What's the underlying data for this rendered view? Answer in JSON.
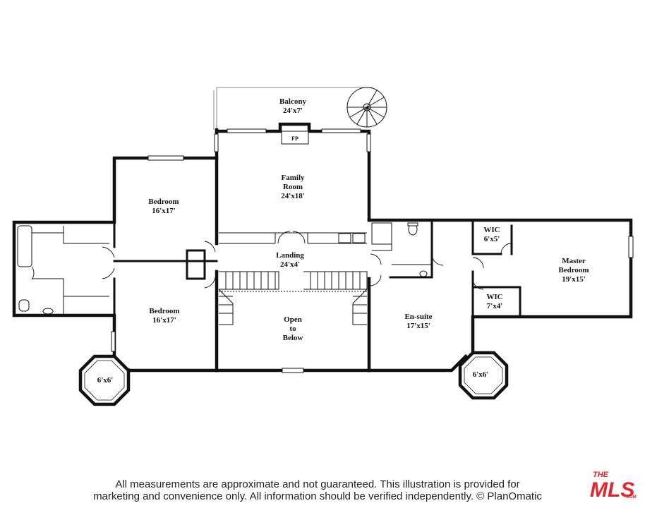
{
  "rooms": {
    "balcony": {
      "name": "Balcony",
      "size": "24'x7'"
    },
    "fireplace": {
      "name": "FP"
    },
    "family_room": {
      "name1": "Family",
      "name2": "Room",
      "size": "24'x18'"
    },
    "bedroom_upper": {
      "name": "Bedroom",
      "size": "16'x17'"
    },
    "bedroom_lower": {
      "name": "Bedroom",
      "size": "16'x17'"
    },
    "landing": {
      "name": "Landing",
      "size": "24'x4'"
    },
    "open_to_below": {
      "line1": "Open",
      "line2": "to",
      "line3": "Below"
    },
    "ensuite": {
      "name": "En-suite",
      "size": "17'x15'"
    },
    "wic_upper": {
      "name": "WIC",
      "size": "6'x5'"
    },
    "wic_lower": {
      "name": "WIC",
      "size": "7'x4'"
    },
    "master_bedroom": {
      "name1": "Master",
      "name2": "Bedroom",
      "size": "19'x15'"
    },
    "turret_left": {
      "size": "6'x6'"
    },
    "turret_right": {
      "size": "6'x6'"
    }
  },
  "footer": {
    "disclaimer_line1": "All measurements are approximate and not guaranteed. This illustration is provided for",
    "disclaimer_line2": "marketing and convenience only. All information should be verified independently. © PlanOmatic"
  },
  "logo": {
    "the": "THE",
    "mls": "MLS",
    "com": ".COM",
    "color": "#e4252b"
  }
}
